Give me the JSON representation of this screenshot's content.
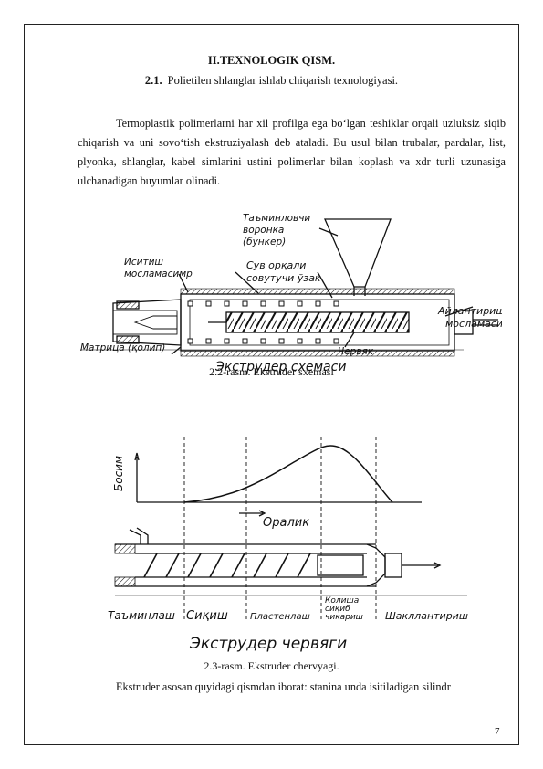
{
  "heading": "II.TEXNOLOGIK QISM.",
  "subheading": {
    "number": "2.1.",
    "text": "Polietilen shlanglar ishlab chiqarish texnologiyasi."
  },
  "paragraph": "Termoplastik polimerlarni har xil profilga ega bo‘lgan teshiklar orqali uzluksiz siqib chiqarish va uni sovo‘tish ekstruziyalash deb ataladi. Bu usul bilan trubalar, pardalar, list, plyonka, shlanglar, kabel simlarini ustini polimerlar bilan koplash va xdr turli uzunasiga ulchanadigan buyumlar olinadi.",
  "figure1": {
    "labels": {
      "hopper_1": "Таъминловчи",
      "hopper_2": "воронка",
      "hopper_3": "(бункер)",
      "heater_1": "Иситиш",
      "heater_2": "мосламасимр",
      "cooling_1": "Сув орқали",
      "cooling_2": "совутучи ўзак",
      "drive_1": "Айлантириш",
      "drive_2": "мосламаси",
      "die": "Матрица (қолип)",
      "screw": "Червяк",
      "title": "Экструдер схемаси"
    },
    "caption": "2.2-rasm. Ekstruder sxemasi"
  },
  "figure2": {
    "labels": {
      "yaxis": "Босим",
      "xaxis": "Оралик",
      "zone_feed": "Таъминлаш",
      "zone_compress": "Сиқиш",
      "zone_meter": "Пластенлаш",
      "zone_melt_1": "Колиша",
      "zone_melt_2": "сиқиб",
      "zone_melt_3": "чиқариш",
      "zone_shape": "Шакллантириш",
      "title": "Экструдер червяги"
    },
    "caption": "2.3-rasm. Ekstruder chervyagi."
  },
  "last_line": "Ekstruder asosan quyidagi qismdan iborat: stanina unda isitiladigan silindr",
  "page_number": "7"
}
